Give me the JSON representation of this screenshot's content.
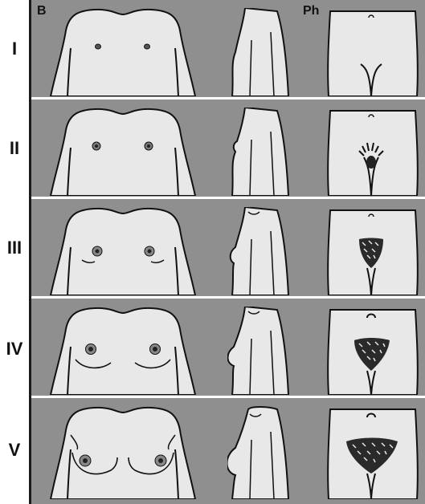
{
  "columns": {
    "breast": "B",
    "pubic": "Ph"
  },
  "stages": [
    {
      "label": "I"
    },
    {
      "label": "II"
    },
    {
      "label": "III"
    },
    {
      "label": "IV"
    },
    {
      "label": "V"
    }
  ]
}
